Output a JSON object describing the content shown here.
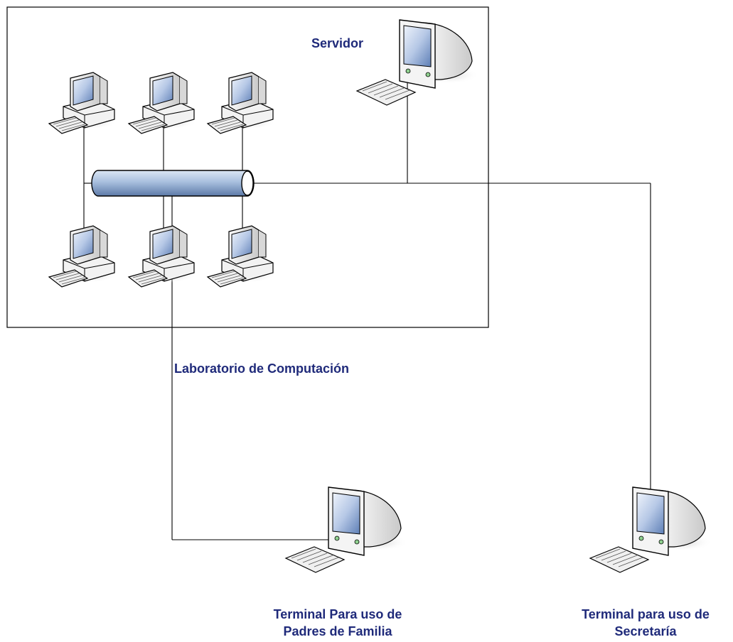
{
  "labels": {
    "server": "Servidor",
    "lab": "Laboratorio de Computación",
    "parents_terminal": [
      "Terminal Para uso de",
      "Padres de Familia"
    ],
    "secretary_terminal": [
      "Terminal para uso de",
      "Secretaría"
    ]
  },
  "colors": {
    "label_text": "#1f2a7a",
    "bus_fill": "#9fb7d8",
    "line": "#000000",
    "device_body": "#e6e6e6",
    "screen": "#5e7fb6"
  },
  "icons": {
    "lab_workstation": "desktop-computer-icon",
    "server": "crt-monitor-icon",
    "terminal": "crt-monitor-icon",
    "bus": "network-bus-icon"
  }
}
